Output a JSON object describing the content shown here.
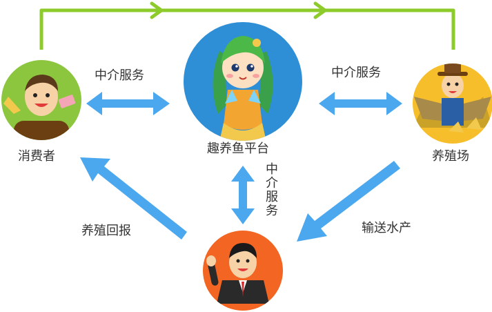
{
  "nodes": {
    "consumer": {
      "label": "消费者"
    },
    "platform": {
      "label": "趣养鱼平台"
    },
    "farm": {
      "label": "养殖场"
    },
    "agent": {
      "label": ""
    }
  },
  "edges": {
    "consumer_platform": {
      "label": "中介服务"
    },
    "platform_farm": {
      "label": "中介服务"
    },
    "platform_agent": {
      "label": "中介服务"
    },
    "agent_consumer": {
      "label": "养殖回报"
    },
    "farm_agent": {
      "label": "输送水产"
    }
  },
  "colors": {
    "arrow_blue": "#4ba8ef",
    "loop_green": "#8ccb2a",
    "consumer_bg": "#8cc63f",
    "platform_bg": "#2e8fd6",
    "farm_bg": "#f7be2c",
    "agent_bg": "#f26522"
  }
}
